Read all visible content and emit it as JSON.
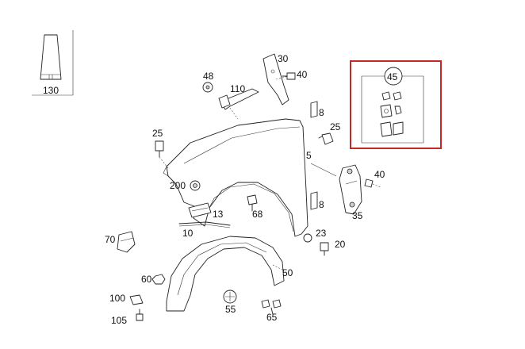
{
  "colors": {
    "highlight": "#c62828",
    "line": "#222222",
    "background": "#ffffff"
  },
  "highlighted_part": "45",
  "labels": {
    "p130": "130",
    "p30": "30",
    "p40a": "40",
    "p48": "48",
    "p110": "110",
    "p8a": "8",
    "p25a": "25",
    "p25b": "25",
    "p5": "5",
    "p40b": "40",
    "p45": "45",
    "p200": "200",
    "p13": "13",
    "p68": "68",
    "p8b": "8",
    "p35": "35",
    "p10": "10",
    "p70": "70",
    "p23": "23",
    "p20": "20",
    "p50": "50",
    "p60": "60",
    "p100": "100",
    "p55": "55",
    "p105": "105",
    "p65": "65"
  }
}
